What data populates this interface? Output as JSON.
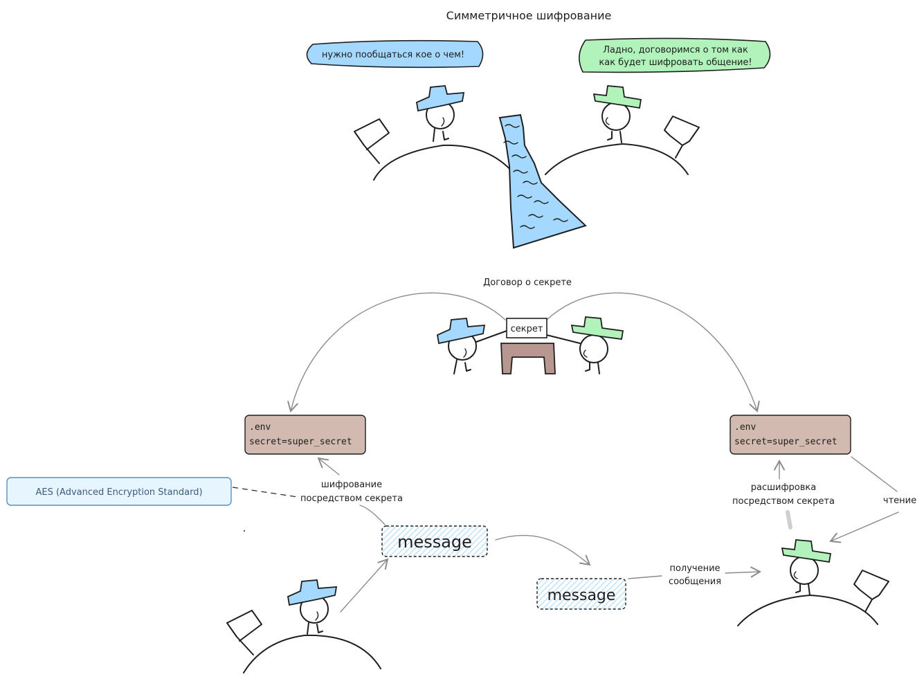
{
  "title": "Симметричное шифрование",
  "bubbles": {
    "left": "нужно пообщаться кое о чем!",
    "right_line1": "Ладно, договоримся о том как",
    "right_line2": "как будет шифровать общение!"
  },
  "agreement_label": "Договор о секрете",
  "secret_card_label": "секрет",
  "env_left": {
    "line1": ".env",
    "line2": "secret=super_secret"
  },
  "env_right": {
    "line1": ".env",
    "line2": "secret=super_secret"
  },
  "aes_label": "AES (Advanced Encryption Standard)",
  "encrypt_label_1": "шифрование",
  "encrypt_label_2": "посредством секрета",
  "decrypt_label_1": "расшифровка",
  "decrypt_label_2": "посредством секрета",
  "read_label": "чтение",
  "receive_label_1": "получение",
  "receive_label_2": "сообщения",
  "message_main": "message",
  "message_transit": "message",
  "colors": {
    "hat_blue": "#a5d8ff",
    "hat_green": "#b2f2bb",
    "bubble_blue": "#a5d8ff",
    "bubble_green": "#b2f2bb",
    "env_box": "#d2bab0",
    "aes_box": "#e7f5ff",
    "water": "#a5d8ff",
    "table": "#b7978f",
    "hatch": "#a5d8ff"
  }
}
